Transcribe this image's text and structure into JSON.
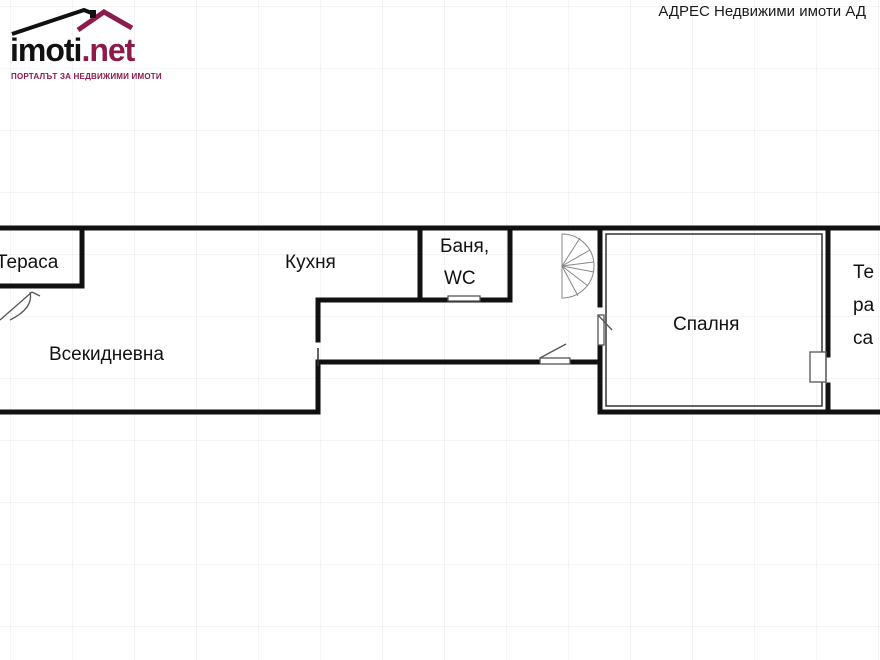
{
  "logo": {
    "brand": "imoti",
    "brand_tld": ".net",
    "tagline": "ПОРТАЛЪТ ЗА НЕДВИЖИМИ ИМОТИ",
    "colors": {
      "text": "#111111",
      "accent": "#8c1a4b"
    }
  },
  "agency": "АДРЕС Недвижими имоти АД",
  "floorplan": {
    "rooms": {
      "terrace_left": "Тераса",
      "kitchen": "Кухня",
      "bathroom_line1": "Баня,",
      "bathroom_line2": "WC",
      "living_room": "Всекидневна",
      "bedroom": "Спалня",
      "terrace_right_line1": "Те",
      "terrace_right_line2": "ра",
      "terrace_right_line3": "са"
    },
    "colors": {
      "wall": "#111111",
      "door": "#555555"
    }
  }
}
